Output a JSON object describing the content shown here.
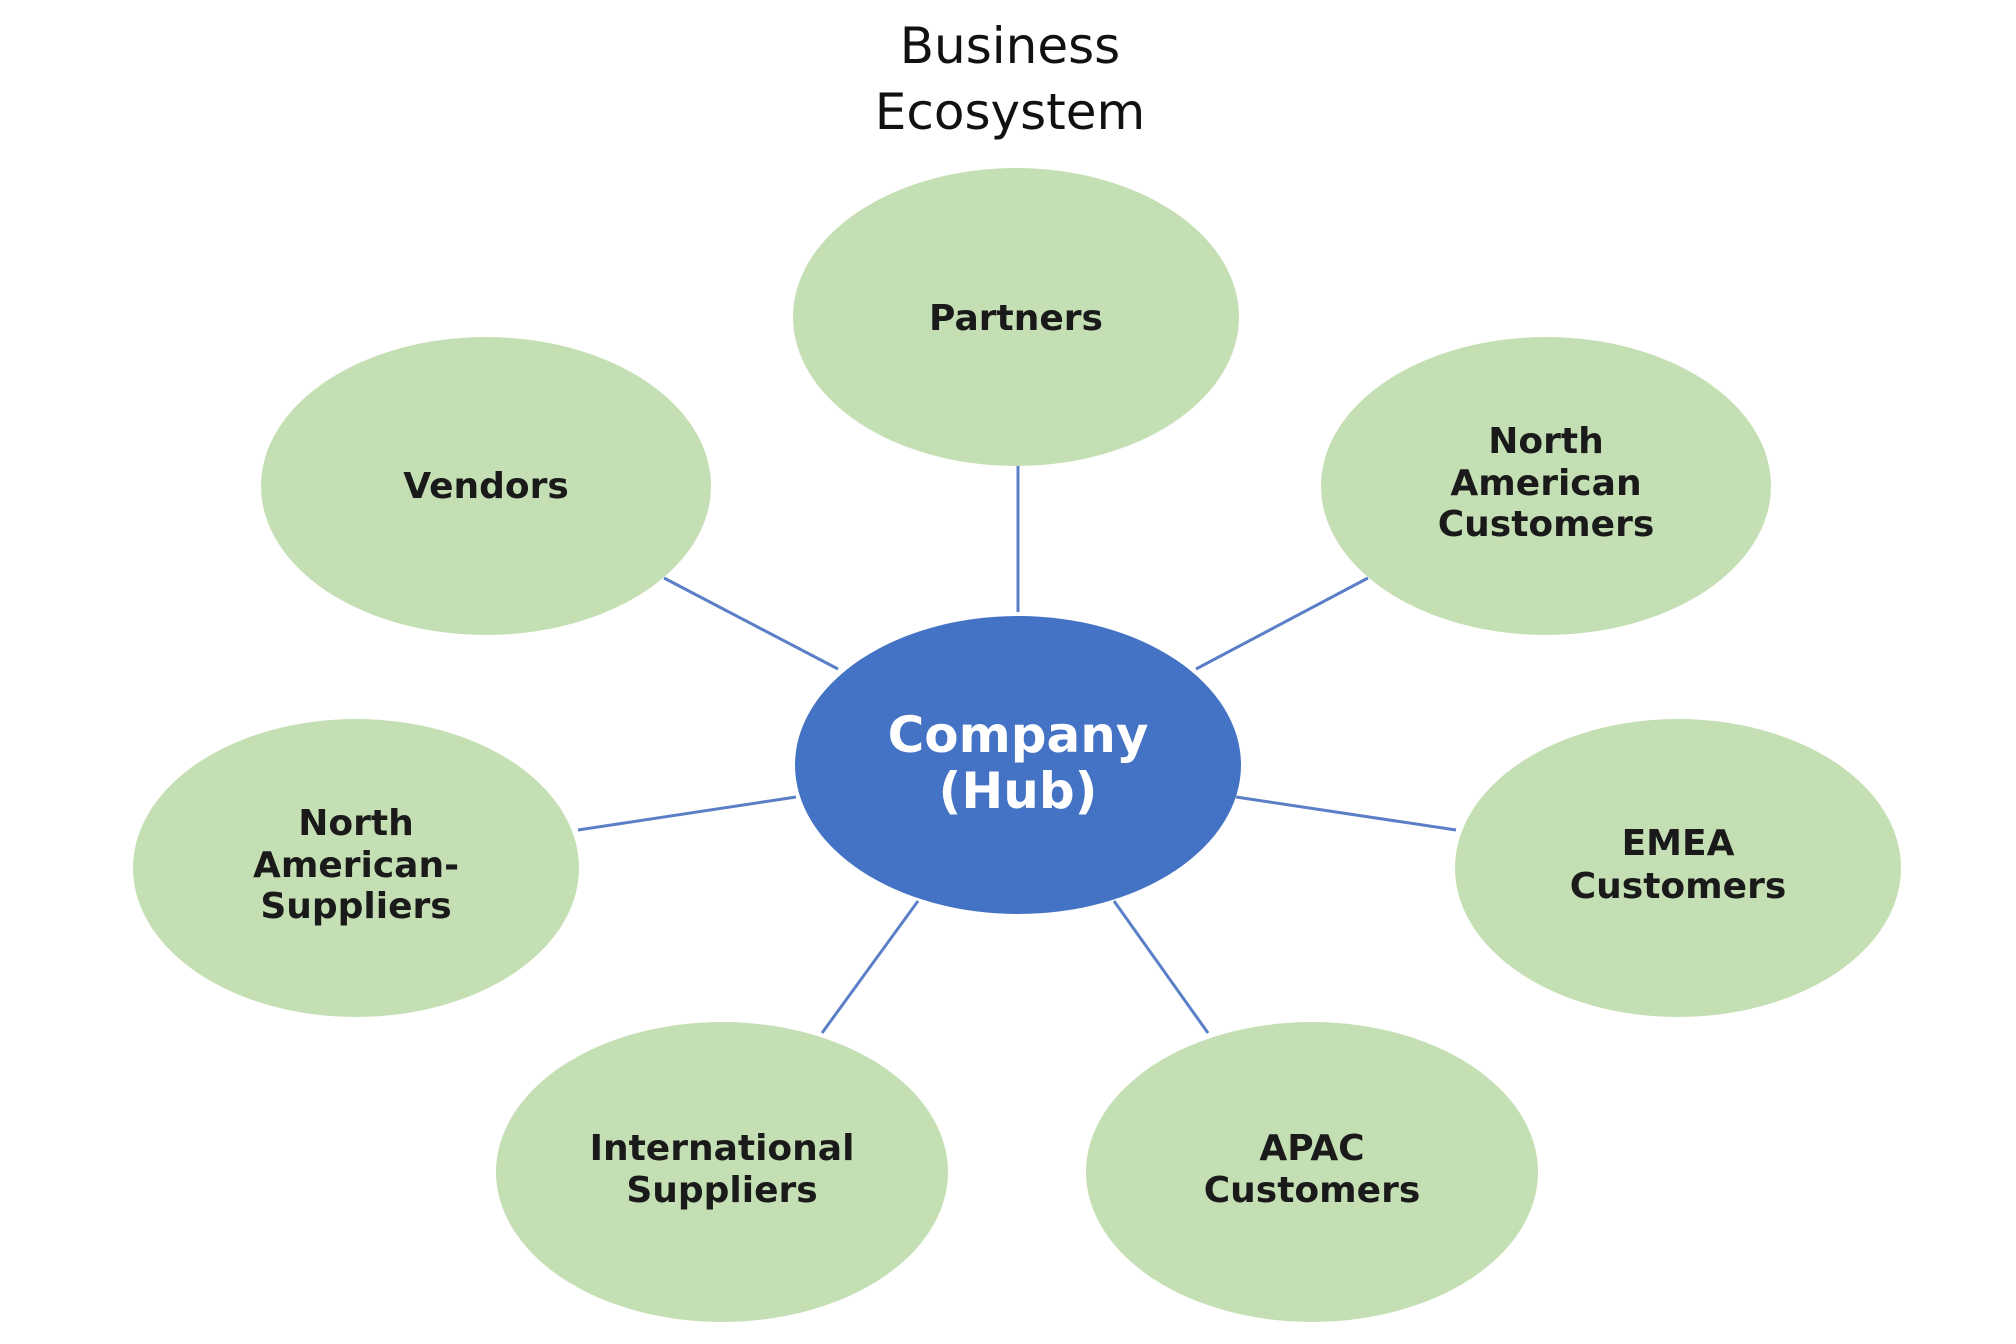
{
  "title": {
    "line1": "Business",
    "line2": "Ecosystem"
  },
  "colors": {
    "hub": "#4472c4",
    "node": "#c5dfb4",
    "connector": "#5b7fc7"
  },
  "hub": {
    "line1": "Company",
    "line2": "(Hub)"
  },
  "nodes": {
    "partners": {
      "lines": [
        "Partners"
      ]
    },
    "north_american_customers": {
      "lines": [
        "North",
        "American",
        "Customers"
      ]
    },
    "emea_customers": {
      "lines": [
        "EMEA",
        "Customers"
      ]
    },
    "apac_customers": {
      "lines": [
        "APAC",
        "Customers"
      ]
    },
    "international_suppliers": {
      "lines": [
        "International",
        "Suppliers"
      ]
    },
    "north_american_suppliers": {
      "lines": [
        "North",
        "American-",
        "Suppliers"
      ]
    },
    "vendors": {
      "lines": [
        "Vendors"
      ]
    }
  }
}
